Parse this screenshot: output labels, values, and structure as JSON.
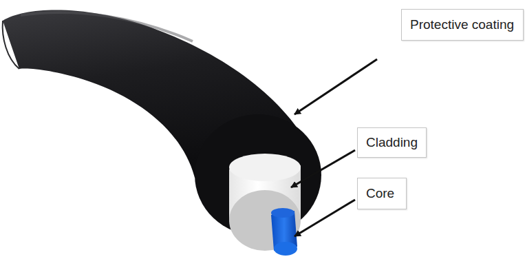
{
  "diagram": {
    "nodes": [
      {
        "text": [
          "Protective coating"
        ]
      },
      {
        "text": [
          "Cladding"
        ]
      },
      {
        "text": [
          "Core"
        ]
      }
    ]
  }
}
